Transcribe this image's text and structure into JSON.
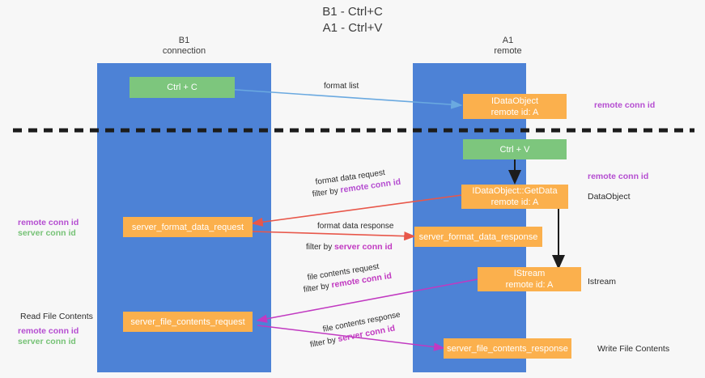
{
  "title": {
    "line1": "B1 - Ctrl+C",
    "line2": "A1 - Ctrl+V"
  },
  "columns": [
    {
      "id": "b1",
      "name": "B1",
      "role": "connection"
    },
    {
      "id": "a1",
      "name": "A1",
      "role": "remote"
    }
  ],
  "colors": {
    "lane": "#4d82d6",
    "green_box": "#7dc67d",
    "orange_box": "#fbb04d",
    "purple_text": "#b54dd1",
    "green_text": "#76c276",
    "magenta_text": "#c139c1",
    "blue_arrow": "#6aa9e0",
    "red_arrow": "#e8574a",
    "magenta_arrow": "#c139c1",
    "black_arrow": "#1c1c1c",
    "divider": "#1c1c1c",
    "background": "#f7f7f7"
  },
  "boxes": {
    "ctrl_c": {
      "label": "Ctrl + C",
      "color": "green"
    },
    "idataobject": {
      "line1": "IDataObject",
      "line2": "remote id: A",
      "color": "orange"
    },
    "ctrl_v": {
      "label": "Ctrl + V",
      "color": "green"
    },
    "getdata": {
      "line1": "IDataObject::GetData",
      "line2": "remote id: A",
      "color": "orange"
    },
    "server_format_data_request": {
      "label": "server_format_data_request",
      "color": "orange"
    },
    "server_format_data_response": {
      "label": "server_format_data_response",
      "color": "orange"
    },
    "istream": {
      "line1": "IStream",
      "line2": "remote id: A",
      "color": "orange"
    },
    "server_file_contents_request": {
      "label": "server_file_contents_request",
      "color": "orange"
    },
    "server_file_contents_response": {
      "label": "server_file_contents_response",
      "color": "orange"
    }
  },
  "arrow_labels": {
    "format_list": "format list",
    "format_data_request": "format data request",
    "format_data_request_filter_prefix": "filter by ",
    "format_data_request_filter_key": "remote conn id",
    "format_data_response": "format data response",
    "format_data_response_filter_prefix": "filter by ",
    "format_data_response_filter_key": "server conn id",
    "file_contents_request": "file contents request",
    "file_contents_request_filter_prefix": "filter by ",
    "file_contents_request_filter_key": "remote conn id",
    "file_contents_response": "file contents response",
    "file_contents_response_filter_prefix": "filter by ",
    "file_contents_response_filter_key": "server conn id"
  },
  "right_annotations": [
    {
      "id": "remote-conn-id-top",
      "text": "remote conn id",
      "style": "purple"
    },
    {
      "id": "remote-conn-id-mid",
      "text": "remote conn id",
      "style": "purple"
    },
    {
      "id": "dataobject",
      "text": "DataObject",
      "style": "plain"
    },
    {
      "id": "istream",
      "text": "Istream",
      "style": "plain"
    },
    {
      "id": "write-file-contents",
      "text": "Write File Contents",
      "style": "plain"
    }
  ],
  "left_annotations": [
    {
      "id": "remote-conn-id-left-1",
      "text": "remote conn id",
      "style": "purple"
    },
    {
      "id": "server-conn-id-left-1",
      "text": "server conn id",
      "style": "green"
    },
    {
      "id": "read-file-contents",
      "text": "Read File Contents",
      "style": "plain"
    },
    {
      "id": "remote-conn-id-left-2",
      "text": "remote conn id",
      "style": "purple"
    },
    {
      "id": "server-conn-id-left-2",
      "text": "server conn id",
      "style": "green"
    }
  ]
}
